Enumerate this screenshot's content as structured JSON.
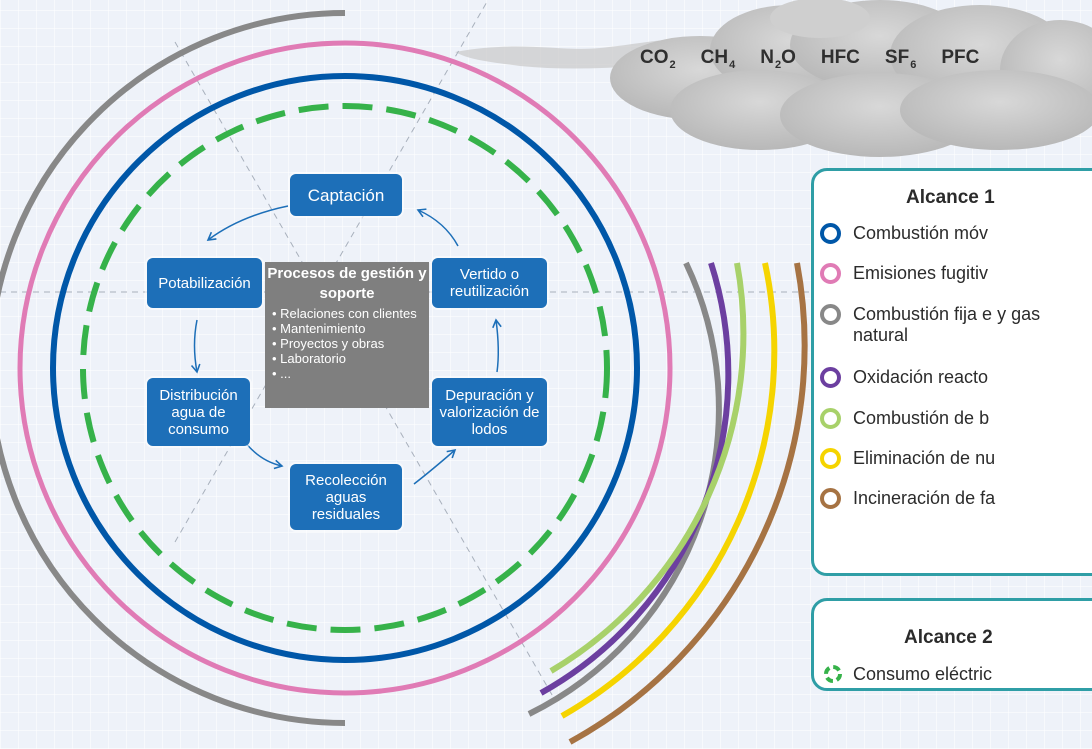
{
  "gases": [
    {
      "base": "CO",
      "sub": "2",
      "post": ""
    },
    {
      "base": "CH",
      "sub": "4",
      "post": ""
    },
    {
      "base": "N",
      "sub": "2",
      "post": "O"
    },
    {
      "base": "HFC",
      "sub": "",
      "post": ""
    },
    {
      "base": "SF",
      "sub": "6",
      "post": ""
    },
    {
      "base": "PFC",
      "sub": "",
      "post": ""
    }
  ],
  "processes": {
    "captacion": "Captación",
    "potabilizacion": "Potabilización",
    "vertido": "Vertido o reutilización",
    "distribucion": "Distribución agua de consumo",
    "depuracion": "Depuración y valorización de lodos",
    "recoleccion": "Recolección aguas residuales"
  },
  "support": {
    "title": "Procesos de gestión y soporte",
    "items": [
      "Relaciones con clientes",
      "Mantenimiento",
      "Proyectos y obras",
      "Laboratorio",
      "..."
    ]
  },
  "scope1": {
    "title": "Alcance 1",
    "items": [
      {
        "label": "Combustión móv",
        "color": "#0057a8"
      },
      {
        "label": "Emisiones fugitiv",
        "color": "#e07bb5"
      },
      {
        "label": "Combustión fija e y gas natural",
        "color": "#888888"
      },
      {
        "label": "Oxidación reacto",
        "color": "#6c3fa0"
      },
      {
        "label": "Combustión de b",
        "color": "#a8d16a"
      },
      {
        "label": "Eliminación de nu",
        "color": "#f5d400"
      },
      {
        "label": "Incineración de fa",
        "color": "#a67343"
      }
    ]
  },
  "scope2": {
    "title": "Alcance 2",
    "item": {
      "label": "Consumo eléctric",
      "color": "#36b24a"
    }
  },
  "ring_colors": {
    "gray": "#888888",
    "pink": "#e07bb5",
    "blue": "#0057a8",
    "green": "#36b24a",
    "purple": "#6c3fa0",
    "lightgreen": "#a8d16a",
    "yellow": "#f5d400",
    "brown": "#a67343",
    "process_blue": "#1d6fb8",
    "support_gray": "#7f7f7f",
    "legend_border": "#2f9ea6"
  }
}
